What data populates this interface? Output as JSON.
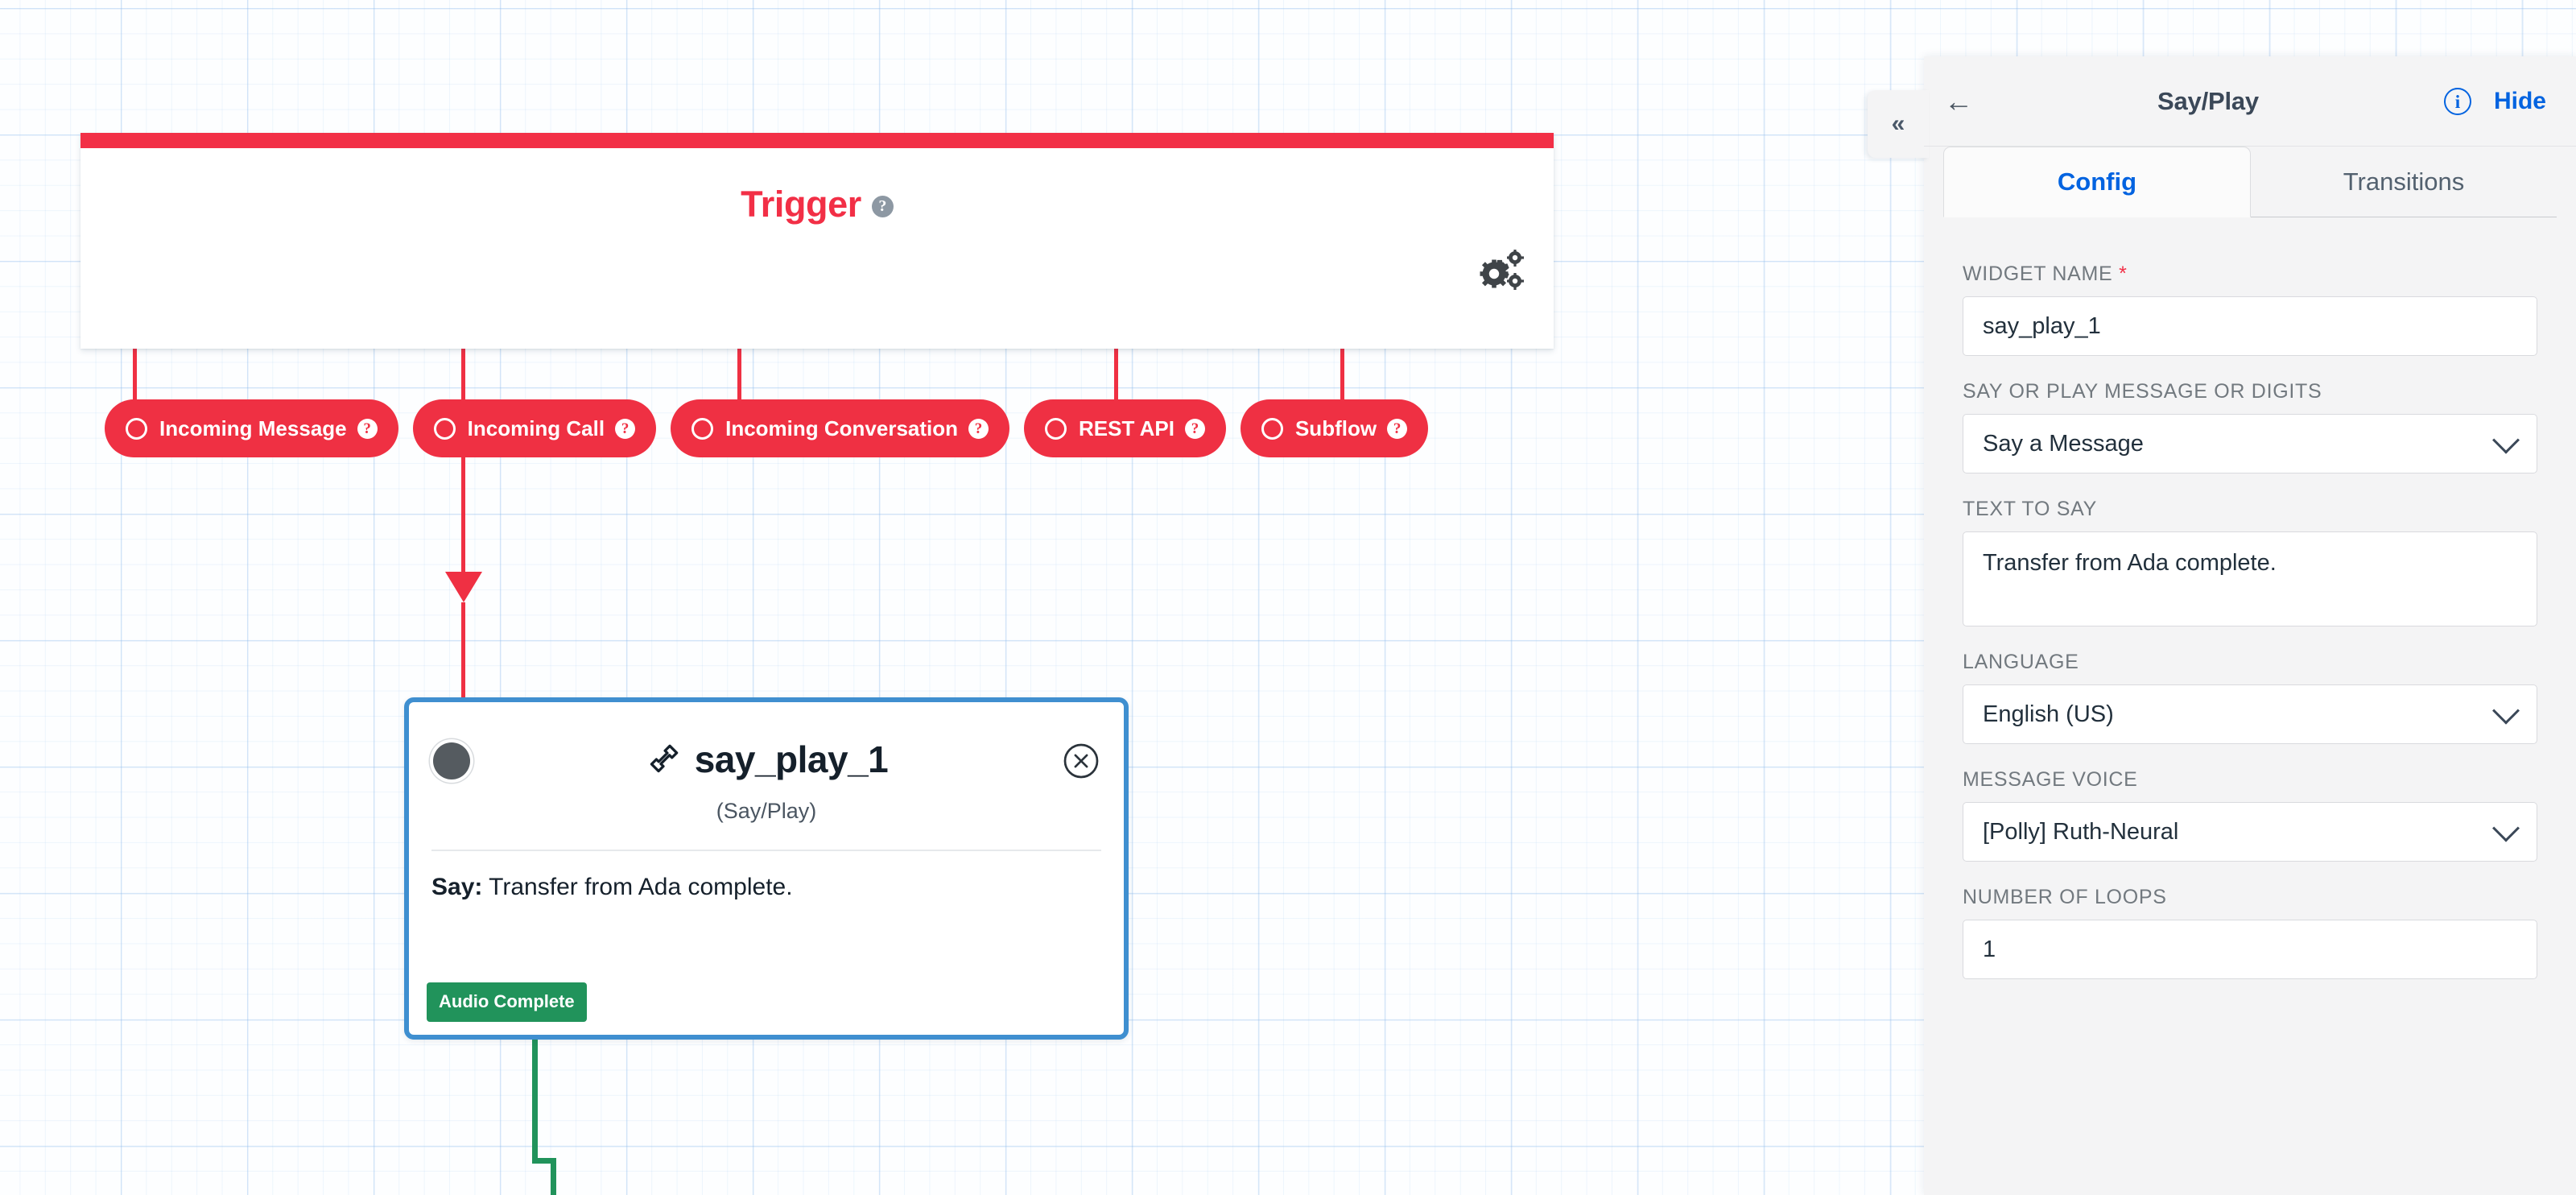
{
  "canvas": {
    "trigger": {
      "title": "Trigger",
      "help_glyph": "?",
      "settings_icon": "gears-icon",
      "pills": [
        {
          "label": "Incoming Message",
          "help": "?"
        },
        {
          "label": "Incoming Call",
          "help": "?"
        },
        {
          "label": "Incoming Conversation",
          "help": "?"
        },
        {
          "label": "REST API",
          "help": "?"
        },
        {
          "label": "Subflow",
          "help": "?"
        }
      ],
      "accent_color": "#f22f46"
    },
    "node": {
      "title": "say_play_1",
      "icon": "phone-handset-icon",
      "subtitle": "(Say/Play)",
      "body_label": "Say:",
      "body_text": "Transfer from Ada complete.",
      "transition_badge": "Audio Complete",
      "close_icon": "close-circle-icon",
      "border_color": "#3f8fd0",
      "badge_color": "#21935b"
    }
  },
  "panel": {
    "back_icon": "back-arrow-icon",
    "title": "Say/Play",
    "info_icon": "info-icon",
    "info_glyph": "i",
    "hide_label": "Hide",
    "collapse_icon": "double-chevron-left-icon",
    "collapse_glyph": "«",
    "tabs": [
      {
        "label": "Config",
        "active": true
      },
      {
        "label": "Transitions",
        "active": false
      }
    ],
    "fields": [
      {
        "label": "WIDGET NAME",
        "required": true,
        "type": "text",
        "value": "say_play_1"
      },
      {
        "label": "SAY OR PLAY MESSAGE OR DIGITS",
        "required": false,
        "type": "select",
        "value": "Say a Message"
      },
      {
        "label": "TEXT TO SAY",
        "required": false,
        "type": "textarea",
        "value": "Transfer from Ada complete."
      },
      {
        "label": "LANGUAGE",
        "required": false,
        "type": "select",
        "value": "English (US)"
      },
      {
        "label": "MESSAGE VOICE",
        "required": false,
        "type": "select",
        "value": "[Polly] Ruth-Neural"
      },
      {
        "label": "NUMBER OF LOOPS",
        "required": false,
        "type": "text",
        "value": "1"
      }
    ],
    "accent_color": "#0263e0"
  }
}
